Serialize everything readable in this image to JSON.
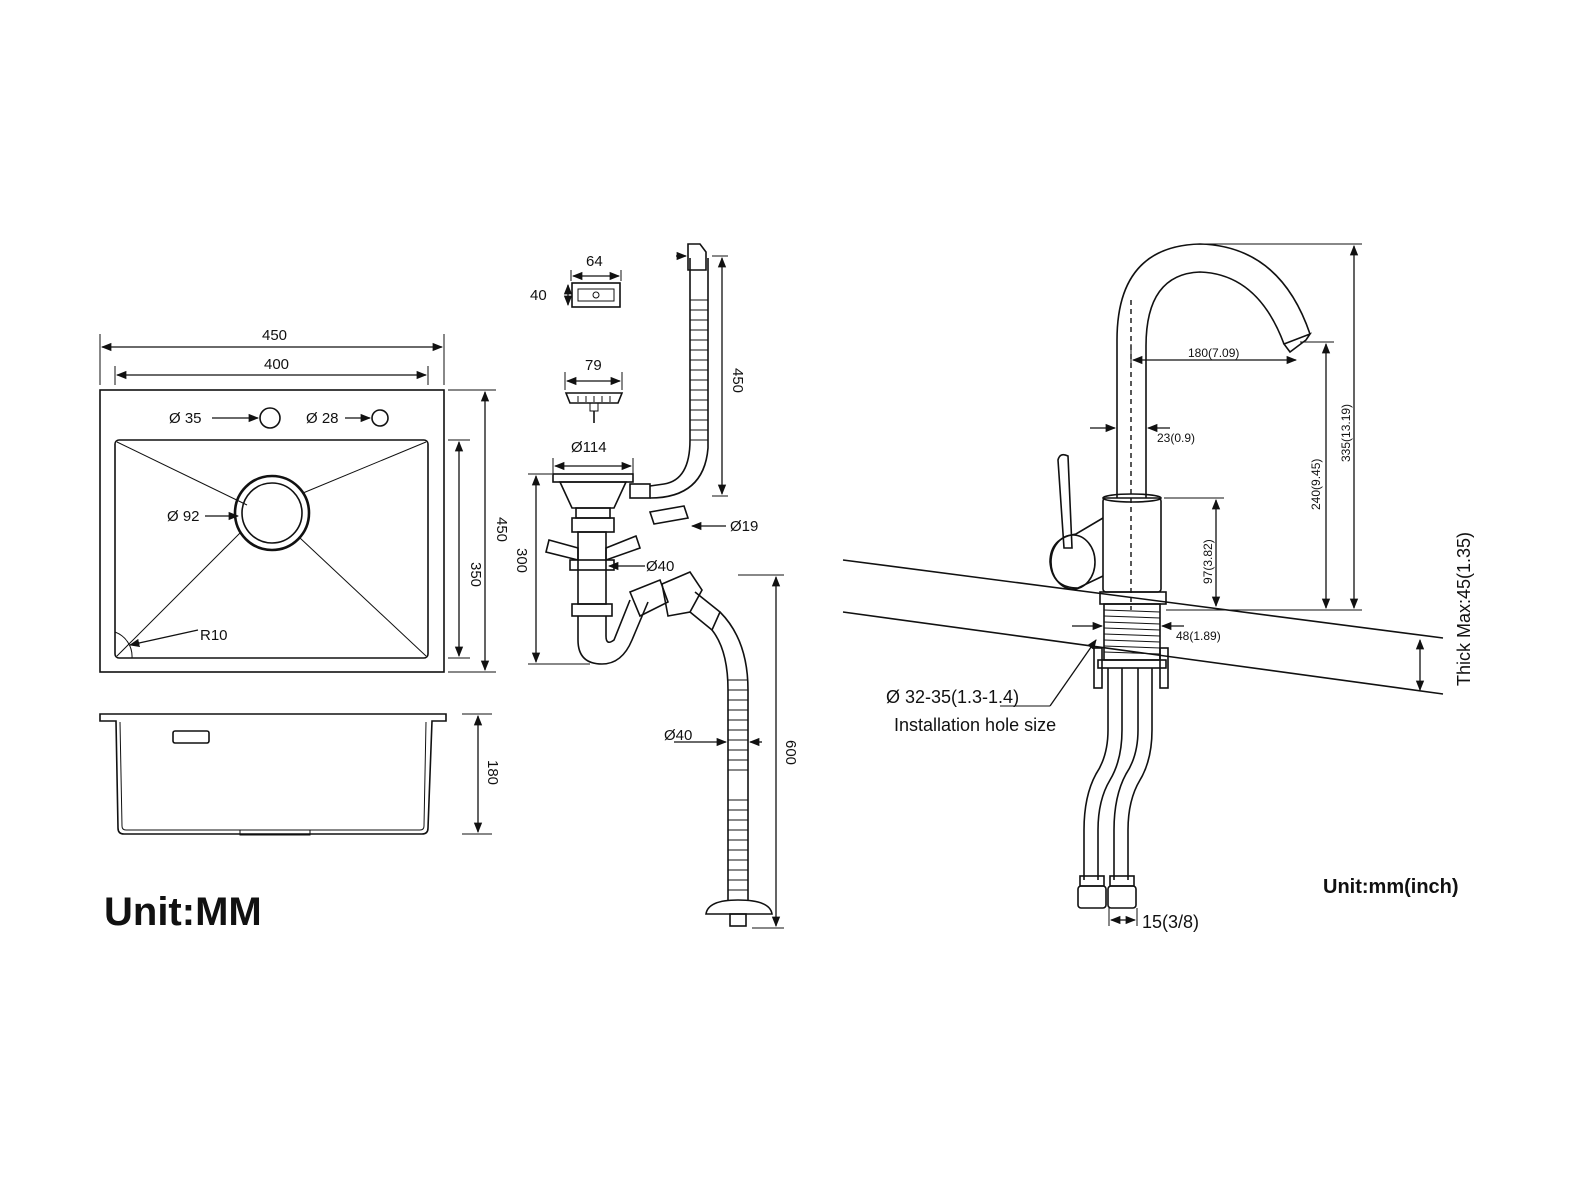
{
  "units": {
    "left": "Unit:MM",
    "right": "Unit:mm(inch)"
  },
  "sink": {
    "outer_width": "450",
    "inner_width": "400",
    "hole_large": "Ø 35",
    "hole_small": "Ø 28",
    "drain": "Ø 92",
    "corner_radius": "R10",
    "inner_depth": "350",
    "outer_depth": "450",
    "bowl_height": "180"
  },
  "drain_kit": {
    "overflow_width": "64",
    "overflow_height": "40",
    "strainer_width": "79",
    "flange": "Ø114",
    "overflow_hose_length": "450",
    "trap_height": "300",
    "connector": "Ø19",
    "pipe_top": "Ø40",
    "pipe_bottom": "Ø40",
    "drain_hose_length": "600"
  },
  "faucet": {
    "reach": "180(7.09)",
    "lever_offset": "23(0.9)",
    "spout_height": "240(9.45)",
    "total_height": "335(13.19)",
    "body_height": "97(3.82)",
    "base_diameter": "48(1.89)",
    "hole_size": "Ø 32-35(1.3-1.4)",
    "hole_label": "Installation hole size",
    "max_thickness": "Thick Max:45(1.35)",
    "hose_thread": "15(3/8)"
  }
}
